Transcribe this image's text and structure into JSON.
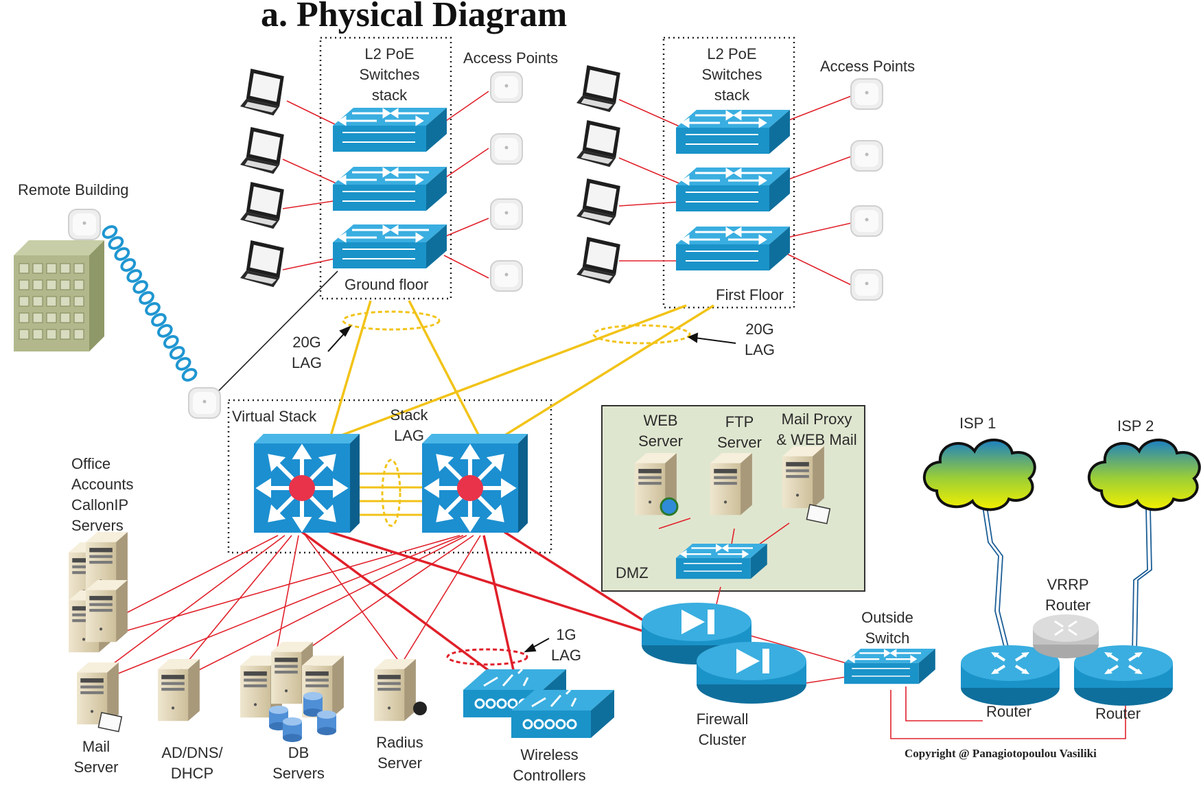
{
  "title": "a.   Physical Diagram",
  "copyright": "Copyright @ Panagiotopoulou Vasiliki",
  "labels": {
    "remote_building": "Remote Building",
    "l2_poe_left": [
      "L2 PoE",
      "Switches",
      "stack"
    ],
    "l2_poe_right": [
      "L2 PoE",
      "Switches",
      "stack"
    ],
    "access_points_left": "Access Points",
    "access_points_right": "Access Points",
    "ground_floor": "Ground floor",
    "first_floor": "First Floor",
    "lag_20g_left": [
      "20G",
      "LAG"
    ],
    "lag_20g_right": [
      "20G",
      "LAG"
    ],
    "virtual_stack": "Virtual Stack",
    "stack_lag": [
      "Stack",
      "LAG"
    ],
    "office_servers": [
      "Office",
      "Accounts",
      "CallonIP",
      "Servers"
    ],
    "dmz": "DMZ",
    "web_server": [
      "WEB",
      "Server"
    ],
    "ftp_server": [
      "FTP",
      "Server"
    ],
    "mail_proxy": [
      "Mail Proxy",
      "& WEB Mail"
    ],
    "isp1": "ISP 1",
    "isp2": "ISP 2",
    "vrrp_router": [
      "VRRP",
      "Router"
    ],
    "outside_switch": [
      "Outside",
      "Switch"
    ],
    "lag_1g": [
      "1G",
      "LAG"
    ],
    "firewall_cluster": [
      "Firewall",
      "Cluster"
    ],
    "router_left": "Router",
    "router_right": "Router",
    "mail_server": [
      "Mail",
      "Server"
    ],
    "ad_dns_dhcp": [
      "AD/DNS/",
      "DHCP"
    ],
    "db_servers": [
      "DB",
      "Servers"
    ],
    "radius_server": [
      "Radius",
      "Server"
    ],
    "wireless_controllers": [
      "Wireless",
      "Controllers"
    ]
  },
  "colors": {
    "switch_blue": "#1a93c9",
    "switch_dark": "#0f6f9c",
    "core_blue": "#1c8fd0",
    "lan_link_red": "#e0202a",
    "uplink_yellow": "#f2c318",
    "dmz_background": "#dfe6cf",
    "server_beige": "#e6dcc0",
    "cloud_yellow_green": "#c8e830"
  }
}
